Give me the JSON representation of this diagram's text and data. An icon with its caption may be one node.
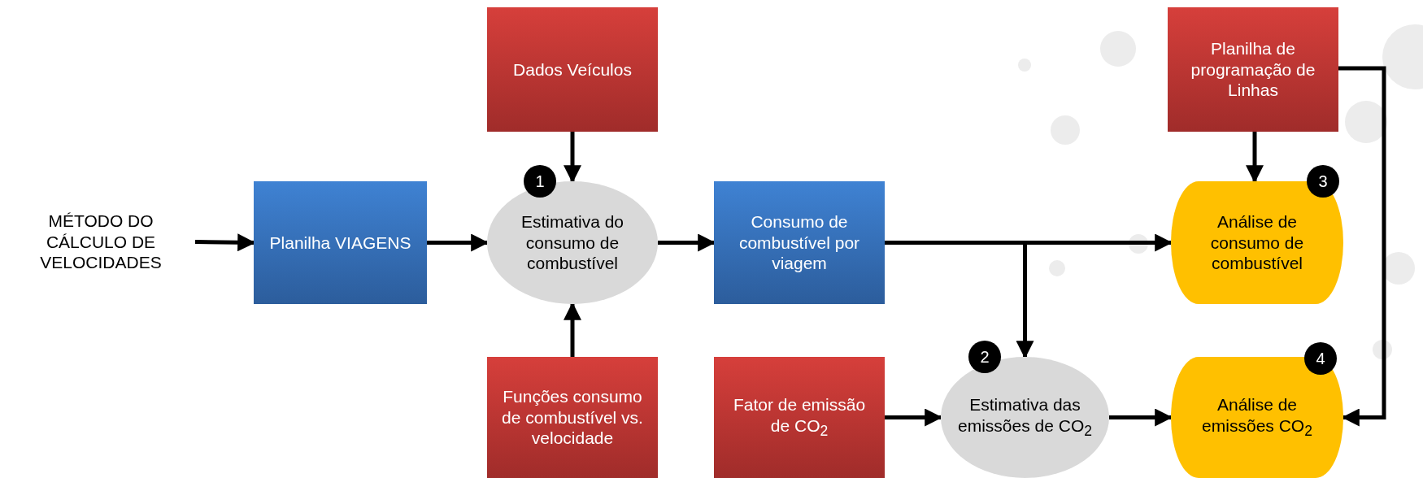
{
  "diagram": {
    "nodes": [
      {
        "text": [
          "MÉTODO DO CÁLCULO DE VELOCIDADES"
        ]
      },
      {
        "text": [
          "Planilha VIAGENS"
        ]
      },
      {
        "text": [
          "Dados Veículos"
        ]
      },
      {
        "text": [
          "Estimativa do consumo de combustível"
        ]
      },
      {
        "text": [
          "Funções consumo de combustível vs. velocidade"
        ]
      },
      {
        "text": [
          "Consumo de combustível por viagem"
        ]
      },
      {
        "text": [
          "Planilha de programação de Linhas"
        ]
      },
      {
        "text": [
          "Análise de consumo de combustível"
        ]
      },
      {
        "text": [
          "Fator de emissão de CO$_{2}$"
        ]
      },
      {
        "text": [
          "Estimativa das emissões de CO$_{2}$"
        ]
      },
      {
        "text": [
          "Análise de emissões CO$_{2}$"
        ]
      }
    ],
    "edges": [
      {
        "from": 0,
        "to": 1,
        "arrow": "to"
      },
      {
        "from": 1,
        "to": 3,
        "arrow": "to"
      },
      {
        "from": 2,
        "to": 3,
        "arrow": "to"
      },
      {
        "from": 4,
        "to": 3,
        "arrow": "to"
      },
      {
        "from": 3,
        "to": 5,
        "arrow": "to"
      },
      {
        "from": 5,
        "to": 7,
        "arrow": "to"
      },
      {
        "from": 5,
        "to": 9,
        "arrow": "to"
      },
      {
        "from": 6,
        "to": 7,
        "arrow": "to"
      },
      {
        "from": 6,
        "to": 10,
        "arrow": "to"
      },
      {
        "from": 8,
        "to": 9,
        "arrow": "to"
      },
      {
        "from": 9,
        "to": 10,
        "arrow": "to"
      }
    ],
    "labels": [
      "1",
      "3",
      "2",
      "4"
    ]
  }
}
